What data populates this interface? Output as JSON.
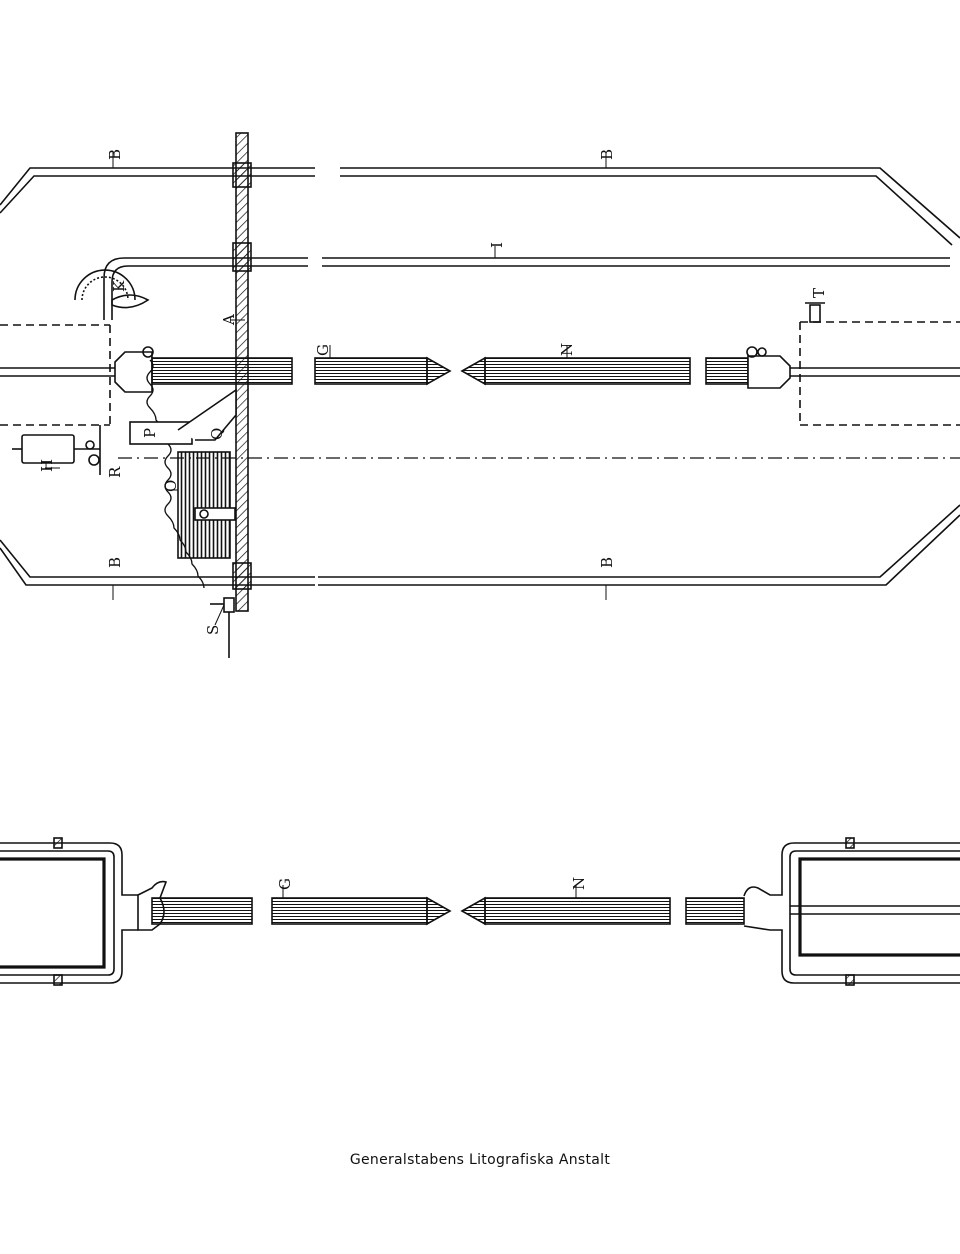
{
  "labels": {
    "B": "B",
    "I": "I",
    "A": "A",
    "K": "K",
    "T": "T",
    "G": "G",
    "N": "N",
    "P": "P",
    "Q": "Q",
    "H": "H",
    "R": "R",
    "O": "O",
    "S": "S"
  },
  "imprint": "Generalstabens Litografiska Anstalt"
}
